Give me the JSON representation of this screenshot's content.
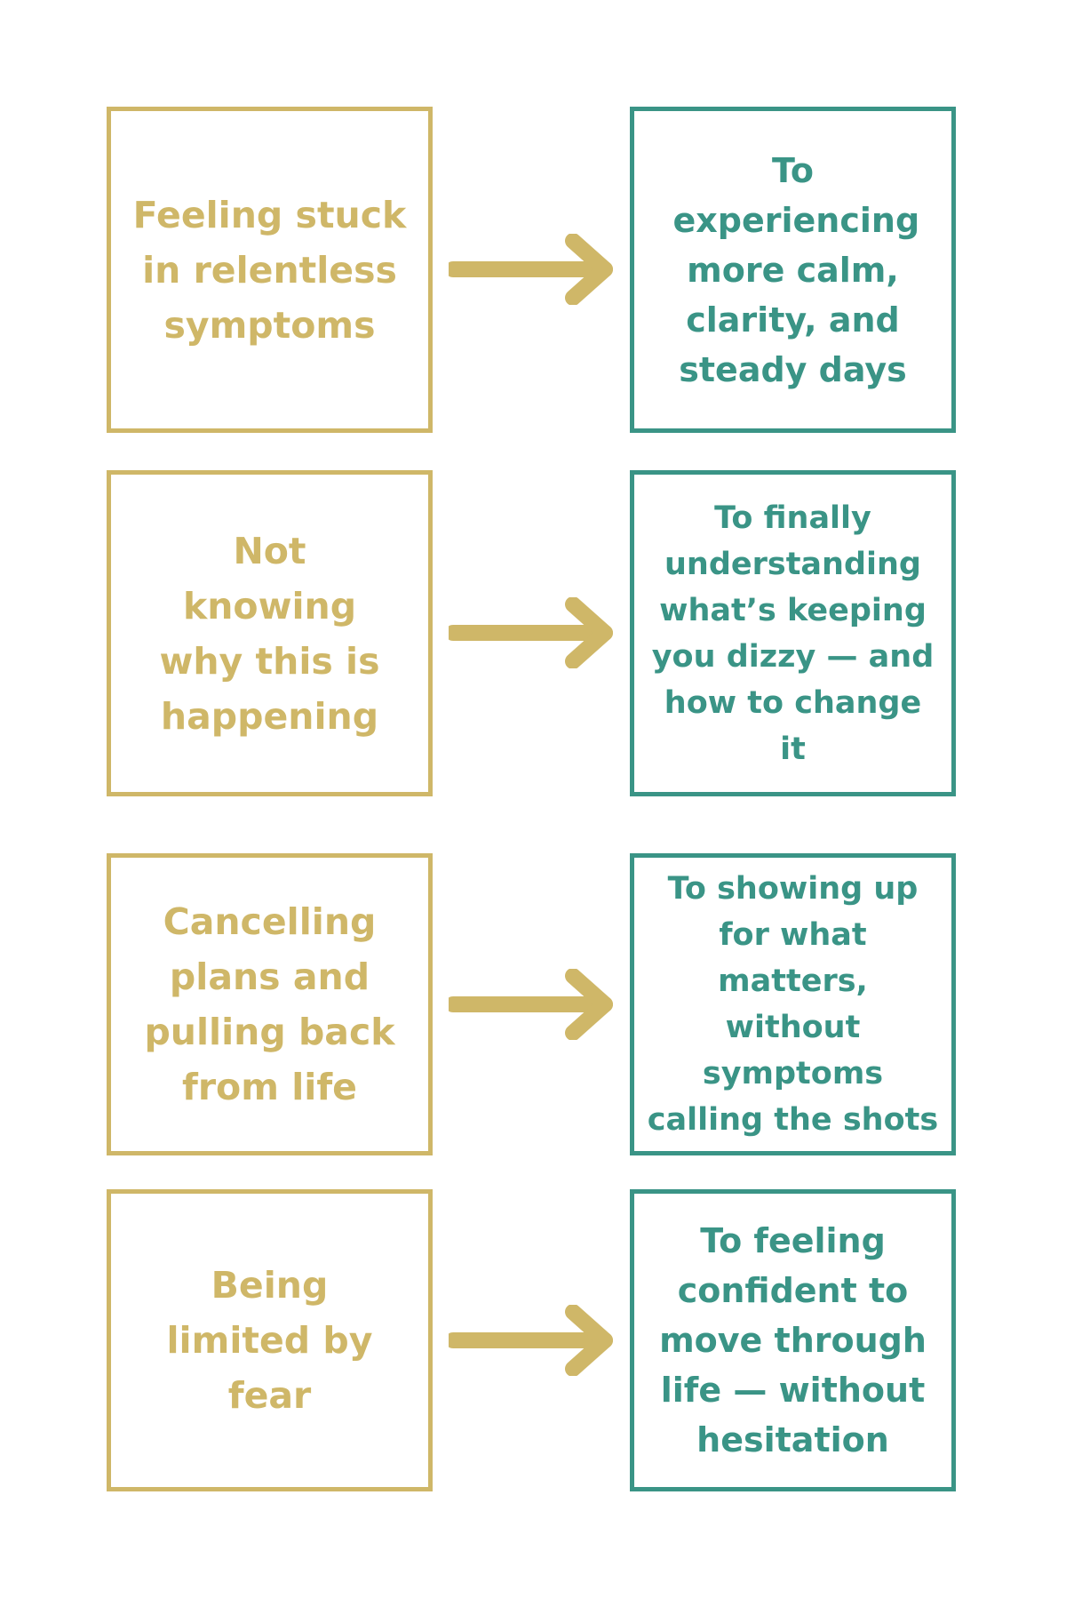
{
  "colors": {
    "from": "#cfb768",
    "to": "#3a9486"
  },
  "rows": [
    {
      "from_text": "Feeling stuck in relentless symptoms",
      "to_text": "To experiencing more calm, clarity, and steady days"
    },
    {
      "from_text": "Not knowing why this is happening",
      "to_text": "To finally understanding what’s keeping you dizzy — and how to change it"
    },
    {
      "from_text": "Cancelling plans and pulling back from life",
      "to_text": "To showing up for what matters, without symptoms calling the shots"
    },
    {
      "from_text": "Being limited by fear",
      "to_text": "To feeling confident to move through life — without hesitation"
    }
  ]
}
